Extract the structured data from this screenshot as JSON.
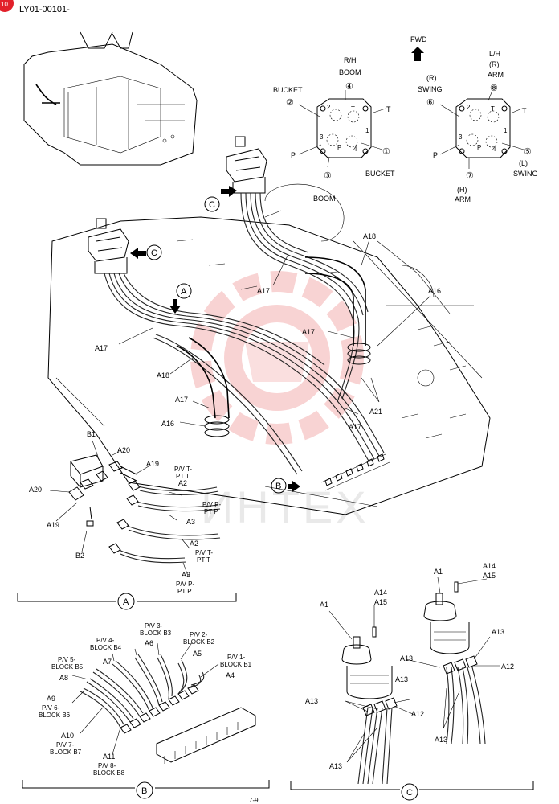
{
  "header": {
    "code": "LY01-00101-",
    "badge": "10"
  },
  "watermark": "ИНТЕХ",
  "orientation": {
    "fwd": "FWD"
  },
  "left_port_diagram": {
    "bucket_left": "BUCKET",
    "rh": "R/H",
    "boom_top": "BOOM",
    "p": "P",
    "t": "T",
    "bucket_right": "BUCKET",
    "boom_bottom": "BOOM",
    "n1": "①",
    "n2": "②",
    "n3": "③",
    "n4": "④",
    "p2": "2",
    "p1": "1",
    "p3": "3",
    "p4": "4"
  },
  "right_port_diagram": {
    "lh": "L/H",
    "r": "(R)",
    "arm_top": "ARM",
    "r_swing": "(R)",
    "swing": "SWING",
    "p": "P",
    "t": "T",
    "l": "(L)",
    "swing_right": "SWING",
    "h": "(H)",
    "arm_bottom": "ARM",
    "n5": "⑤",
    "n6": "⑥",
    "n7": "⑦",
    "n8": "⑧",
    "p2": "2",
    "p1": "1",
    "p3": "3",
    "p4": "4"
  },
  "main_labels": {
    "a17": "A17",
    "a18": "A18",
    "a16": "A16",
    "a21": "A21",
    "view_a": "A",
    "view_b": "B",
    "view_c": "C"
  },
  "detail_a": {
    "b1": "B1",
    "a20": "A20",
    "a19": "A19",
    "b2": "B2",
    "a2": "A2",
    "a3": "A3",
    "pvt_pt_t": "P/V T-",
    "pt_t": "PT T",
    "pvp_pt_p": "P/V P-",
    "pt_p": "PT P",
    "caption": "A"
  },
  "detail_b": {
    "pv3": "P/V 3-",
    "block_b3": "BLOCK B3",
    "pv4": "P/V 4-",
    "block_b4": "BLOCK B4",
    "pv2": "P/V 2-",
    "block_b2": "BLOCK B2",
    "pv5": "P/V 5-",
    "block_b5": "BLOCK B5",
    "pv1": "P/V 1-",
    "block_b1": "BLOCK B1",
    "pv6": "P/V 6-",
    "block_b6": "BLOCK B6",
    "pv7": "P/V 7-",
    "block_b7": "BLOCK B7",
    "pv8": "P/V 8-",
    "block_b8": "BLOCK B8",
    "a4": "A4",
    "a5": "A5",
    "a6": "A6",
    "a7": "A7",
    "a8": "A8",
    "a9": "A9",
    "a10": "A10",
    "a11": "A11",
    "caption": "B"
  },
  "detail_c": {
    "a1": "A1",
    "a12": "A12",
    "a13": "A13",
    "a14": "A14",
    "a15": "A15",
    "caption": "C"
  },
  "footer": {
    "page": "7-9"
  }
}
